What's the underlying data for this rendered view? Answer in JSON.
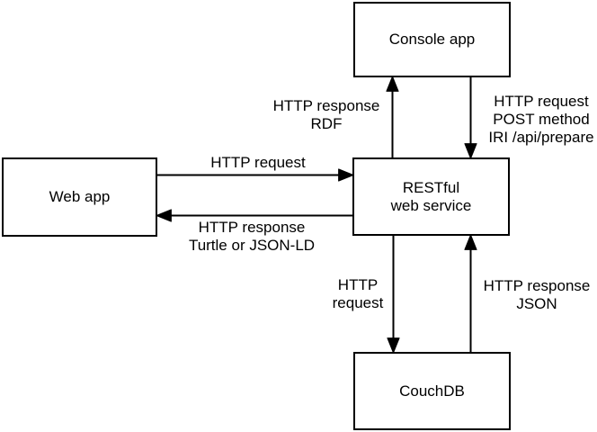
{
  "diagram": {
    "colors": {
      "background": "#ffffff",
      "node_fill": "#ffffff",
      "stroke": "#000000",
      "text": "#000000"
    },
    "nodes": {
      "console_app": {
        "label": "Console app"
      },
      "web_app": {
        "label": "Web app"
      },
      "restful_service": {
        "label": "RESTful\nweb service"
      },
      "couchdb": {
        "label": "CouchDB"
      }
    },
    "edges": {
      "service_to_console": {
        "from": "restful_service",
        "to": "console_app",
        "direction": "up",
        "label": "HTTP response\nRDF"
      },
      "console_to_service": {
        "from": "console_app",
        "to": "restful_service",
        "direction": "down",
        "label": "HTTP request\nPOST method\nIRI /api/prepare"
      },
      "webapp_to_service": {
        "from": "web_app",
        "to": "restful_service",
        "direction": "right",
        "label": "HTTP request"
      },
      "service_to_webapp": {
        "from": "restful_service",
        "to": "web_app",
        "direction": "left",
        "label": "HTTP response\nTurtle or JSON-LD"
      },
      "service_to_couchdb": {
        "from": "restful_service",
        "to": "couchdb",
        "direction": "down",
        "label": "HTTP\nrequest"
      },
      "couchdb_to_service": {
        "from": "couchdb",
        "to": "restful_service",
        "direction": "up",
        "label": "HTTP response\nJSON"
      }
    }
  }
}
